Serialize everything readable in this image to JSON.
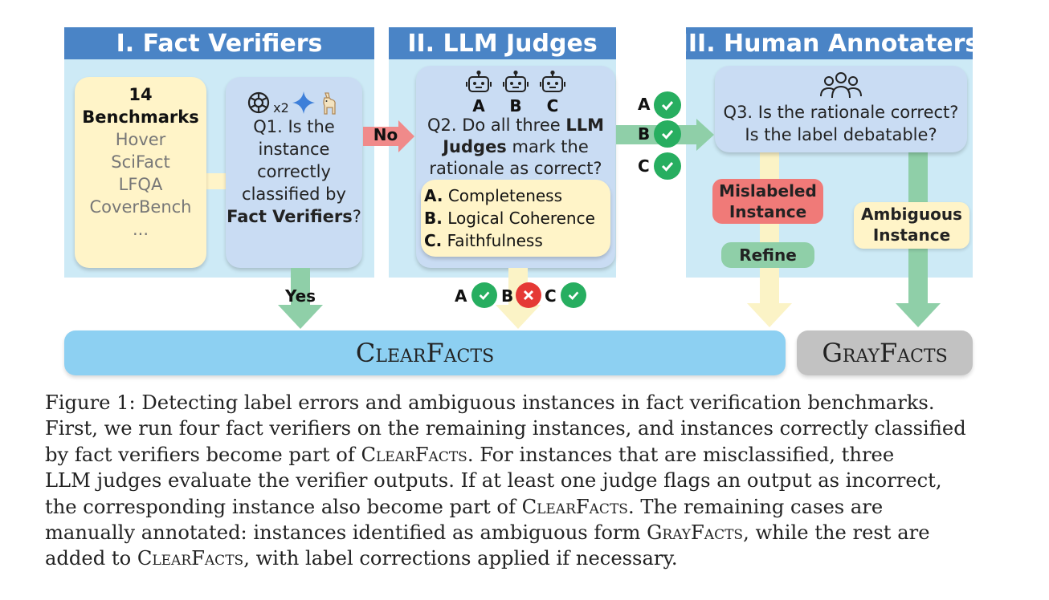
{
  "sections": {
    "fact_verifiers": "I. Fact Verifiers",
    "llm_judges": "II. LLM Judges",
    "human_annotaters": "III. Human Annotaters"
  },
  "benchmarks": {
    "count": "14",
    "title": "Benchmarks",
    "items": [
      "Hover",
      "SciFact",
      "LFQA",
      "CoverBench",
      "..."
    ]
  },
  "q1": {
    "multiplier": "x2",
    "line1": "Q1. Is the",
    "line2": "instance",
    "line3": "correctly",
    "line4": "classified by",
    "line5_bold": "Fact Verifiers",
    "line5_end": "?"
  },
  "no_label": "No",
  "yes_label": "Yes",
  "q2": {
    "robot_labels": [
      "A",
      "B",
      "C"
    ],
    "line1a": "Q2. Do all three ",
    "line1b": "LLM",
    "line2a": "Judges",
    "line2b": " mark the",
    "line3": "rationale as correct?"
  },
  "criteria": [
    {
      "key": "A.",
      "text": "Completeness"
    },
    {
      "key": "B.",
      "text": "Logical Coherence"
    },
    {
      "key": "C.",
      "text": "Faithfulness"
    }
  ],
  "judge_results_right": [
    "A",
    "B",
    "C"
  ],
  "judge_results_bottom": [
    "A",
    "B",
    "C"
  ],
  "q3": {
    "line1": "Q3. Is the rationale correct?",
    "line2": "Is the label debatable?"
  },
  "mislabeled": {
    "line1": "Mislabeled",
    "line2": "Instance"
  },
  "refine": "Refine",
  "ambiguous": {
    "line1": "Ambiguous",
    "line2": "Instance"
  },
  "clearfacts": "ClearFacts",
  "grayfacts": "GrayFacts",
  "caption": {
    "l1": "Figure 1: Detecting label errors and ambiguous instances in fact verification benchmarks.",
    "l2": "First, we run four fact verifiers on the remaining instances, and instances correctly classified",
    "l3a": "by fact verifiers become part of ",
    "l3b": "ClearFacts",
    "l3c": ".  For instances that are misclassified, three",
    "l4": "LLM judges evaluate the verifier outputs. If at least one judge flags an output as incorrect,",
    "l5a": "the corresponding instance also become part of ",
    "l5b": "ClearFacts",
    "l5c": ".  The remaining cases are",
    "l6a": "manually annotated: instances identified as ambiguous form ",
    "l6b": "GrayFacts",
    "l6c": ", while the rest are",
    "l7a": "added to ",
    "l7b": "ClearFacts",
    "l7c": ", with label corrections applied if necessary."
  },
  "colors": {
    "header": "#4a84c6",
    "panel": "#cdeaf6",
    "check_green": "#27ae60",
    "cross_red": "#e53935",
    "no_arrow": "#f08a8a",
    "green_arrow": "#8fcfa8",
    "yellow_arrow": "#fbf3c6",
    "clearfacts_bar": "#8dd0f2",
    "grayfacts_bar": "#c2c2c2"
  }
}
